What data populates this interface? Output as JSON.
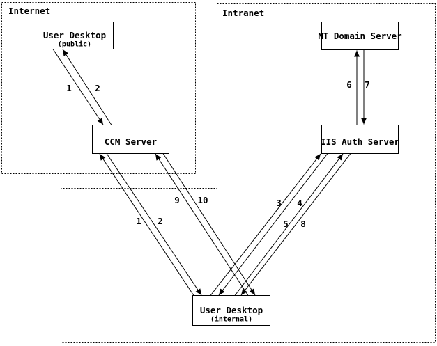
{
  "regions": {
    "internet": {
      "label": "Internet"
    },
    "intranet": {
      "label": "Intranet"
    }
  },
  "nodes": {
    "user_desktop_public": {
      "title": "User Desktop",
      "subtitle": "(public)"
    },
    "ccm_server": {
      "title": "CCM Server"
    },
    "nt_domain_server": {
      "title": "NT Domain Server"
    },
    "iis_auth_server": {
      "title": "IIS Auth Server"
    },
    "user_desktop_internal": {
      "title": "User Desktop",
      "subtitle": "(internal)"
    }
  },
  "edges": [
    {
      "label": "1",
      "from": "User Desktop (public)",
      "to": "CCM Server"
    },
    {
      "label": "2",
      "from": "CCM Server",
      "to": "User Desktop (public)"
    },
    {
      "label": "6",
      "from": "IIS Auth Server",
      "to": "NT Domain Server"
    },
    {
      "label": "7",
      "from": "NT Domain Server",
      "to": "IIS Auth Server"
    },
    {
      "label": "1",
      "from": "User Desktop (internal)",
      "to": "CCM Server"
    },
    {
      "label": "2",
      "from": "CCM Server",
      "to": "User Desktop (internal)"
    },
    {
      "label": "9",
      "from": "User Desktop (internal)",
      "to": "CCM Server"
    },
    {
      "label": "10",
      "from": "CCM Server",
      "to": "User Desktop (internal)"
    },
    {
      "label": "3",
      "from": "User Desktop (internal)",
      "to": "IIS Auth Server"
    },
    {
      "label": "4",
      "from": "IIS Auth Server",
      "to": "User Desktop (internal)"
    },
    {
      "label": "5",
      "from": "User Desktop (internal)",
      "to": "IIS Auth Server"
    },
    {
      "label": "8",
      "from": "IIS Auth Server",
      "to": "User Desktop (internal)"
    }
  ],
  "colors": {
    "line": "#000000",
    "background": "#ffffff"
  }
}
